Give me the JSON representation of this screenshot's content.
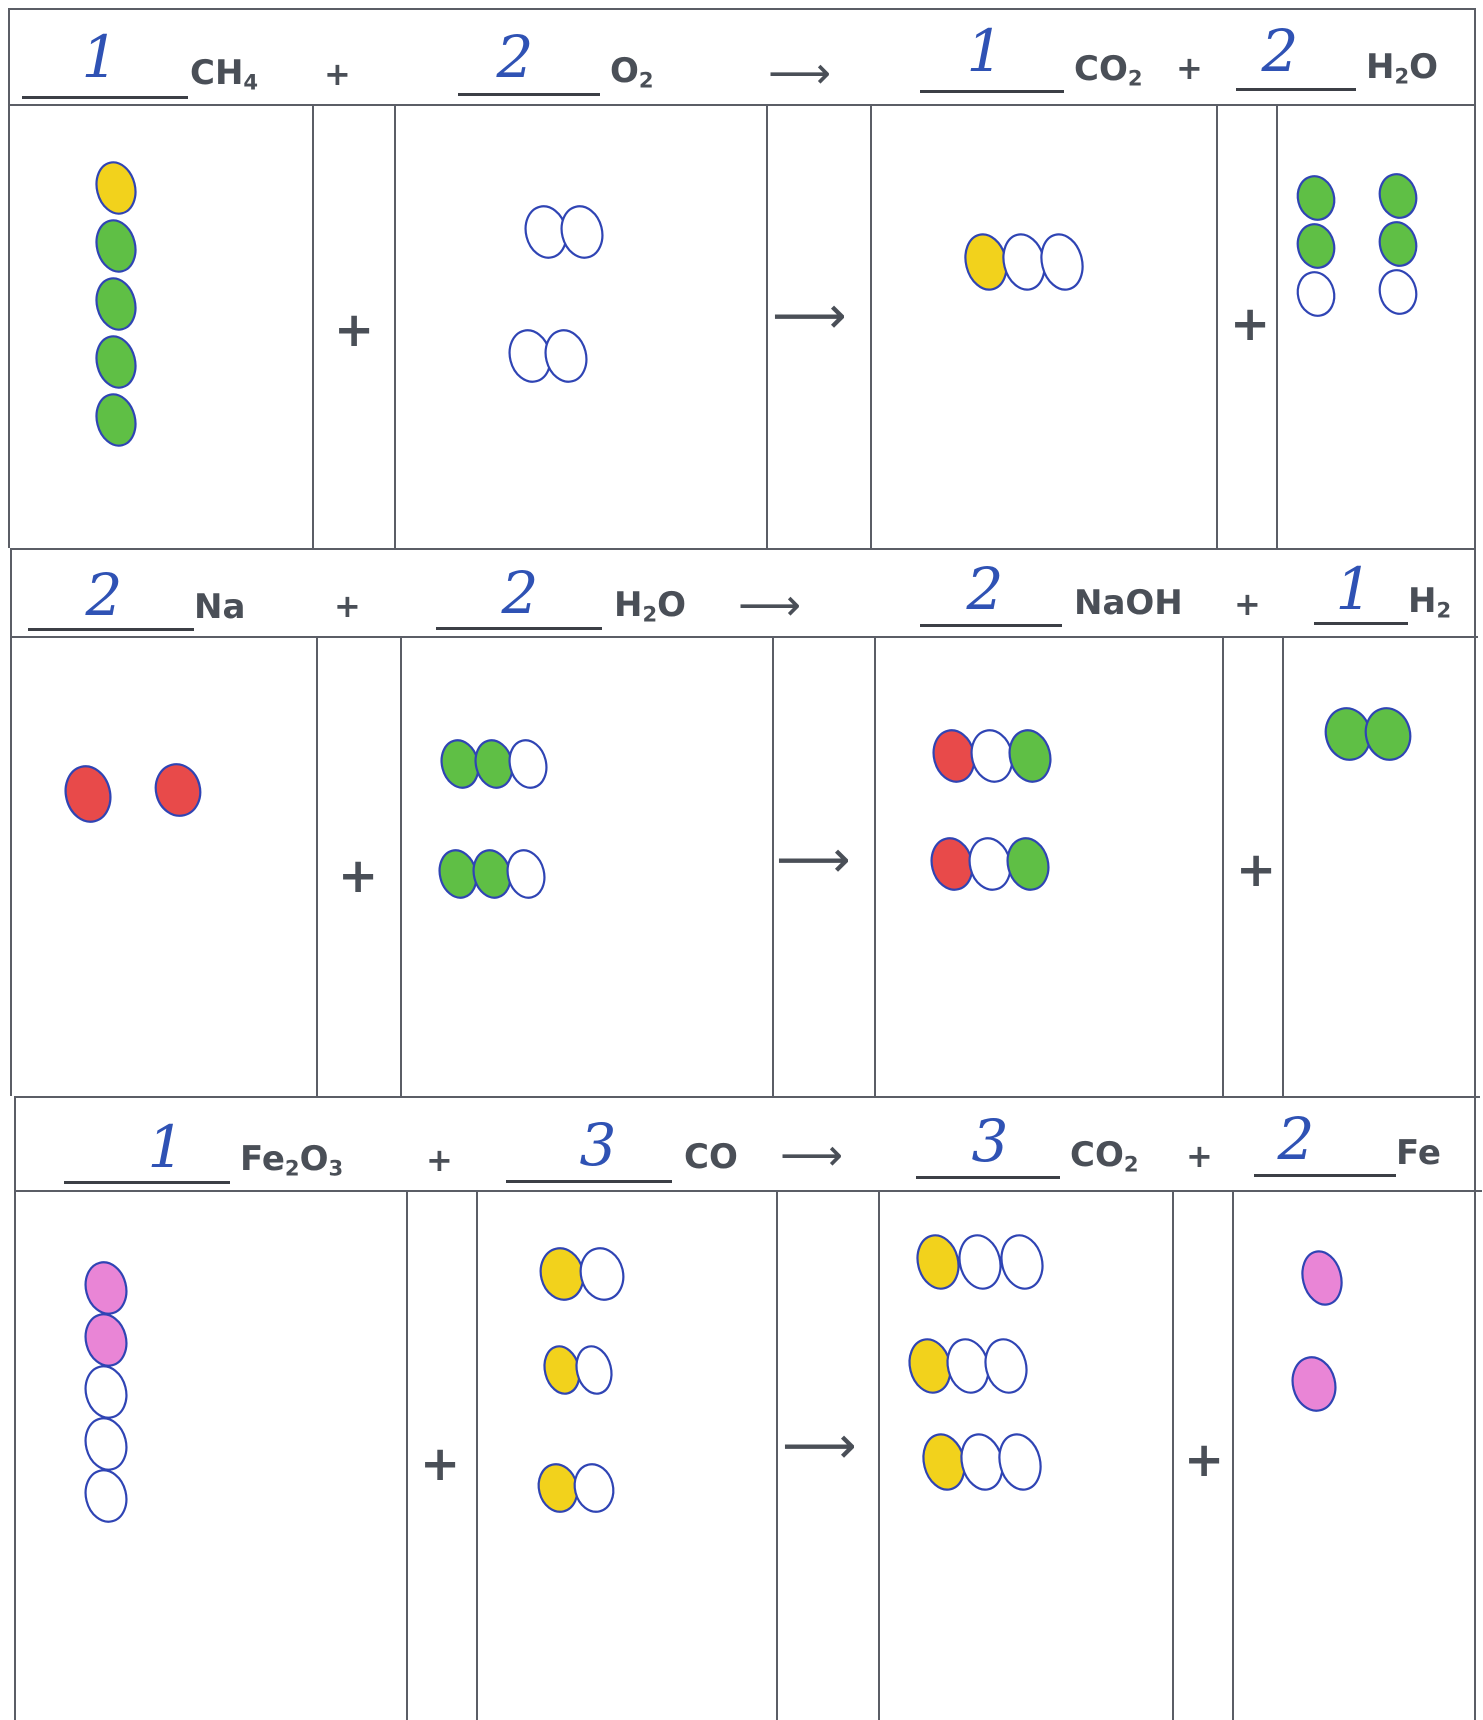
{
  "colors": {
    "carbon": "#f2d21c",
    "hydrogen": "#5fbf45",
    "oxygen": "#ffffff",
    "sodium": "#e84a4a",
    "iron": "#e985d6",
    "outline": "#2f44b4",
    "handwriting": "#2f52b4"
  },
  "equations": [
    {
      "terms": [
        {
          "coefficient": "1",
          "formula": "CH",
          "sub": "4"
        },
        {
          "coefficient": "2",
          "formula": "O",
          "sub": "2"
        },
        {
          "coefficient": "1",
          "formula": "CO",
          "sub": "2"
        },
        {
          "coefficient": "2",
          "formula": "H",
          "sub": "2",
          "tail": "O"
        }
      ],
      "plus": "+",
      "arrow": "⟶"
    },
    {
      "terms": [
        {
          "coefficient": "2",
          "formula": "Na",
          "sub": ""
        },
        {
          "coefficient": "2",
          "formula": "H",
          "sub": "2",
          "tail": "O"
        },
        {
          "coefficient": "2",
          "formula": "NaOH",
          "sub": ""
        },
        {
          "coefficient": "1",
          "formula": "H",
          "sub": "2"
        }
      ],
      "plus": "+",
      "arrow": "⟶"
    },
    {
      "terms": [
        {
          "coefficient": "1",
          "formula": "Fe",
          "sub": "2",
          "tail": "O",
          "tail_sub": "3"
        },
        {
          "coefficient": "3",
          "formula": "CO",
          "sub": ""
        },
        {
          "coefficient": "3",
          "formula": "CO",
          "sub": "2"
        },
        {
          "coefficient": "2",
          "formula": "Fe",
          "sub": ""
        }
      ],
      "plus": "+",
      "arrow": "⟶"
    }
  ],
  "molecule_drawings": {
    "eq1": {
      "reactant1": [
        "C",
        "H",
        "H",
        "H",
        "H"
      ],
      "reactant2": [
        [
          "O",
          "O"
        ],
        [
          "O",
          "O"
        ]
      ],
      "product1": [
        [
          "C",
          "O",
          "O"
        ]
      ],
      "product2": [
        [
          "H",
          "H",
          "O"
        ],
        [
          "H",
          "H",
          "O"
        ]
      ]
    },
    "eq2": {
      "reactant1": [
        "Na",
        "Na"
      ],
      "reactant2": [
        [
          "H",
          "H",
          "O"
        ],
        [
          "H",
          "H",
          "O"
        ]
      ],
      "product1": [
        [
          "Na",
          "O",
          "H"
        ],
        [
          "Na",
          "O",
          "H"
        ]
      ],
      "product2": [
        [
          "H",
          "H"
        ]
      ]
    },
    "eq3": {
      "reactant1": [
        "Fe",
        "Fe",
        "O",
        "O",
        "O"
      ],
      "reactant2": [
        [
          "C",
          "O"
        ],
        [
          "C",
          "O"
        ],
        [
          "C",
          "O"
        ]
      ],
      "product1": [
        [
          "C",
          "O",
          "O"
        ],
        [
          "C",
          "O",
          "O"
        ],
        [
          "C",
          "O",
          "O"
        ]
      ],
      "product2": [
        "Fe",
        "Fe"
      ]
    }
  }
}
